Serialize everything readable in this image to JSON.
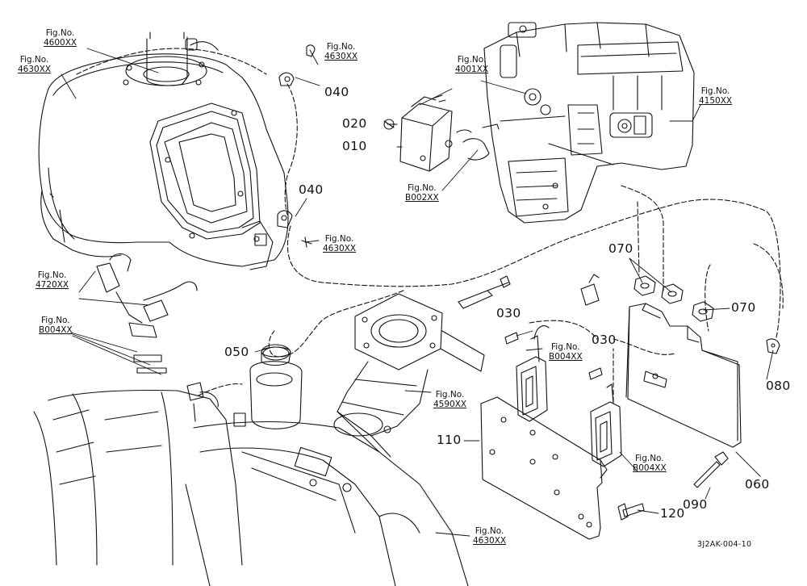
{
  "callouts": [
    {
      "id": "f4600",
      "line1": "Fig.No.",
      "line2": "4600XX"
    },
    {
      "id": "f4630a",
      "line1": "Fig.No.",
      "line2": "4630XX"
    },
    {
      "id": "f4630b",
      "line1": "Fig.No.",
      "line2": "4630XX"
    },
    {
      "id": "f4001",
      "line1": "Fig.No.",
      "line2": "4001XX"
    },
    {
      "id": "f4150",
      "line1": "Fig.No.",
      "line2": "4150XX"
    },
    {
      "id": "fB002",
      "line1": "Fig.No.",
      "line2": "B002XX"
    },
    {
      "id": "f4630c",
      "line1": "Fig.No.",
      "line2": "4630XX"
    },
    {
      "id": "f4720",
      "line1": "Fig.No.",
      "line2": "4720XX"
    },
    {
      "id": "fB004a",
      "line1": "Fig.No.",
      "line2": "B004XX"
    },
    {
      "id": "fB004b",
      "line1": "Fig.No.",
      "line2": "B004XX"
    },
    {
      "id": "f4590",
      "line1": "Fig.No.",
      "line2": "4590XX"
    },
    {
      "id": "fB004c",
      "line1": "Fig.No.",
      "line2": "B004XX"
    },
    {
      "id": "f4630d",
      "line1": "Fig.No.",
      "line2": "4630XX"
    }
  ],
  "parts": {
    "p040a": "040",
    "p020": "020",
    "p010": "010",
    "p040b": "040",
    "p070a": "070",
    "p070b": "070",
    "p030a": "030",
    "p030b": "030",
    "p050": "050",
    "p080": "080",
    "p110": "110",
    "p060": "060",
    "p090": "090",
    "p120": "120"
  },
  "drawing_code": "3J2AK-004-10"
}
